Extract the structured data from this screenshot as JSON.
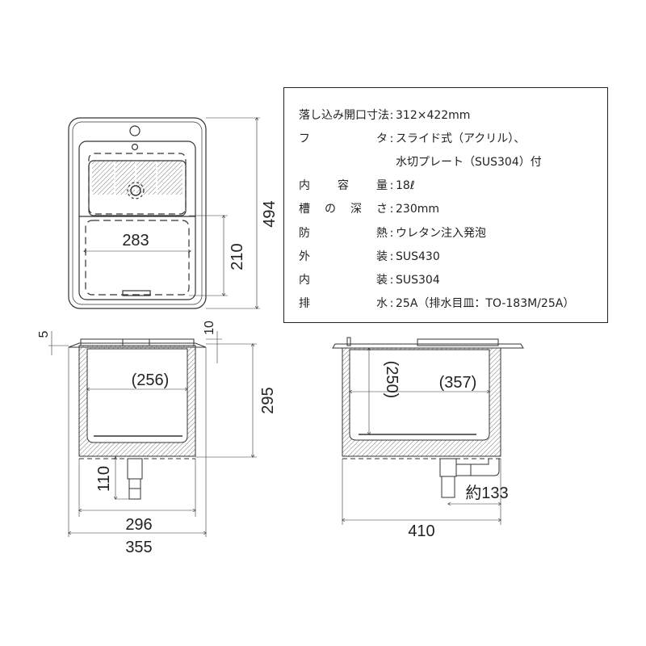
{
  "spec_table": {
    "rows": [
      {
        "label": "落し込み開口寸法",
        "value": "312×422mm"
      },
      {
        "label": "フ　　　タ",
        "value": "スライド式（アクリル）、"
      },
      {
        "label": "",
        "value": "水切プレート（SUS304）付"
      },
      {
        "label": "内　容　量",
        "value": "18ℓ"
      },
      {
        "label": "槽 の 深 さ",
        "value": "230mm"
      },
      {
        "label": "防　　　熱",
        "value": "ウレタン注入発泡"
      },
      {
        "label": "外　　　装",
        "value": "SUS430"
      },
      {
        "label": "内　　　装",
        "value": "SUS304"
      },
      {
        "label": "排　　　水",
        "value": "25A（排水目皿：TO-183M/25A）"
      }
    ]
  },
  "top_view": {
    "dims": {
      "overall_depth": "494",
      "inner_width": "283",
      "opening_depth": "210"
    }
  },
  "front_view": {
    "dims": {
      "flange_thickness": "5",
      "lid_height": "10",
      "inner_width": "(256)",
      "height": "295",
      "drain_length": "110",
      "body_width": "296",
      "overall_width": "355"
    }
  },
  "side_view": {
    "dims": {
      "inner_depth": "(250)",
      "inner_length": "(357)",
      "drain_offset": "約133",
      "overall_length": "410"
    }
  },
  "colors": {
    "line": "#333333",
    "hatch": "#777777",
    "background": "#ffffff"
  }
}
